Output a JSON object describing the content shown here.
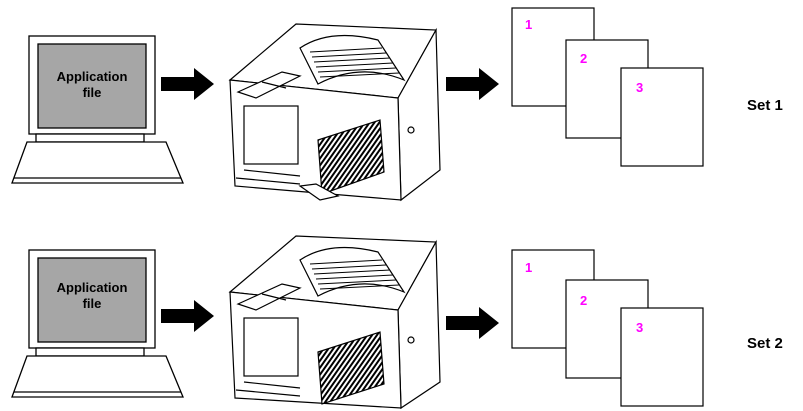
{
  "rows": [
    {
      "screen_text_line1": "Application",
      "screen_text_line2": "file",
      "pages": [
        "1",
        "2",
        "3"
      ],
      "set_label": "Set 1"
    },
    {
      "screen_text_line1": "Application",
      "screen_text_line2": "file",
      "pages": [
        "1",
        "2",
        "3"
      ],
      "set_label": "Set 2"
    }
  ],
  "colors": {
    "screen_fill": "#a6a6a6",
    "page_number": "#ff00ff",
    "line": "#000000",
    "paper": "#ffffff"
  },
  "icons": [
    "computer-icon",
    "arrow-right-icon",
    "printer-icon",
    "paper-stack-icon"
  ]
}
